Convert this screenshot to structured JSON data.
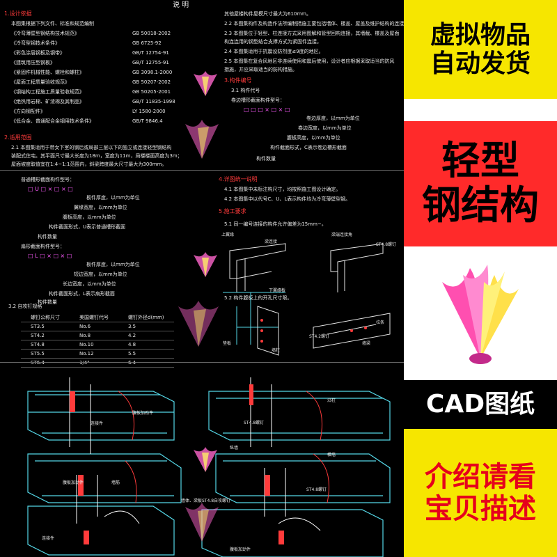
{
  "cad": {
    "title": "说        明",
    "s1_title": "1.设计依据",
    "s1_intro": "本图集根据下列文件、标准和规范编制",
    "standards": [
      {
        "name": "《冷弯薄壁型钢结构技术规范》",
        "code": "GB 50018-2002"
      },
      {
        "name": "《冷弯型钢技术条件》",
        "code": "GB 6725-92"
      },
      {
        "name": "《彩色涂层钢板及钢带》",
        "code": "GB/T 12754-91"
      },
      {
        "name": "《建筑用压型钢板》",
        "code": "GB/T 12755-91"
      },
      {
        "name": "《紧固件机械性能、螺栓和螺柱》",
        "code": "GB 3098.1-2000"
      },
      {
        "name": "《屋面工程质量验收规范》",
        "code": "GB 50207-2002"
      },
      {
        "name": "《钢结构工程施工质量验收规范》",
        "code": "GB 50205-2001"
      },
      {
        "name": "《绝热用岩棉、矿渣棉及其制品》",
        "code": "GB/T 11835-1998"
      },
      {
        "name": "《方向钢配件》",
        "code": "LY 1580-2000"
      },
      {
        "name": "《低合金、普通配合金钢用技术条件》",
        "code": "GB/T 9846.4"
      }
    ],
    "s2_title": "2.适用范围",
    "s2_lines": [
      "2.1  本图集适用于带女下室的钢后或局部三层以下的独立或连接轻型钢结构",
      "装配式住宅。其平面尺寸最大长度为18m，宽度为11m，局楼楼面高度为3m；",
      "屋面坡度取值宜在1:4~1:1范围内，斜梁跨度最大尺寸最大为300mm。"
    ],
    "right_lines": [
      "其他屋楼构件屋模尺寸最大为610mm。",
      "2.2  本图集构件及构造作法所编制措施主要包括墙体、楼盖、屋盖及维护结构的连接。",
      "2.3  本图集位于轻型、柱连接方式采用图解和管型回构连接，其墙截、楼盖及屋面",
      "构连连用的钢型结合支撑方式为紧固件连接。",
      "2.4  本图集适用于抗震设防烈度≤9度的地区。",
      "2.5  本图集在复合风地区非连续使用和震后使用，设计者应根据采取适当的防风",
      "措施，并应采取适当的防构措施。"
    ],
    "s3_title": "3.构件编号",
    "s3_1": "3.1  构件代号",
    "s3_sub": "卷边槽形截面构件型号：",
    "code1": "□ □ □ × □ × □",
    "code1_labels": [
      "卷边厚度，以mm为单位",
      "卷边宽度，以mm为单位",
      "腹板高度，以mm为单位",
      "构件截面形式，C表示卷边槽形截面",
      "构件数量"
    ],
    "left_code_title": "普通槽形截面构件型号：",
    "code2": "□ U □ × □ × □",
    "code2_labels": [
      "板件厚度，以mm为单位",
      "翼缘宽度，以mm为单位",
      "腹板高度，以mm为单位",
      "构件截面形式，U表示普通槽形截面",
      "构件数量"
    ],
    "left_code3_title": "扇形截面构件型号：",
    "code3": "□ L □ × □ × □",
    "code3_labels": [
      "板件厚度，以mm为单位",
      "短边宽度，以mm为单位",
      "长边宽度，以mm为单位",
      "构件截面形式，L表示扇形截面",
      "构件数量"
    ],
    "s4_title": "4.详图统一说明",
    "s4_lines": [
      "4.1  本图集中未标注构尺寸，均按照施工图设计确定。",
      "4.2  本图集中以代号C、U、L表示构件均为冷弯薄壁型钢。"
    ],
    "s5_title": "5.施工要求",
    "s5_1": "5.1  同一编号连接的构件允许偏差为15mm~。",
    "s5_2": "5.2  构件腹板上的开孔尺寸限。",
    "s3_2": "3.2  自攻钉规格",
    "table_headers": [
      "螺钉公称尺寸",
      "美国螺钉代号",
      "螺钉外径d(mm)"
    ],
    "table_rows": [
      [
        "ST3.5",
        "No.6",
        "3.5"
      ],
      [
        "ST4.2",
        "No.8",
        "4.2"
      ],
      [
        "ST4.8",
        "No.10",
        "4.8"
      ],
      [
        "ST5.5",
        "No.12",
        "5.5"
      ],
      [
        "ST6.4",
        "1/4\"",
        "6.4"
      ]
    ],
    "detail_labels": [
      "上翼缘",
      "梁连接",
      "下翼缘板",
      "梁端连接角",
      "ST4.8螺钉",
      "ST4.2螺钉",
      "拉条",
      "墙梁",
      "垫板",
      "墙柱",
      "连接件",
      "腹板加劲件",
      "沿柱",
      "ST4.8螺钉",
      "腹板加劲件",
      "墙筋",
      "纵墙",
      "ST4.8螺钉",
      "横墙",
      "连接件",
      "墙体、梁板ST4.8自攻螺钉",
      "腹板加劲件"
    ]
  },
  "panel": {
    "line1": "虚拟物品",
    "line2": "自动发货",
    "line3": "轻型",
    "line4": "钢结构",
    "line5": "CAD图纸",
    "line6": "介绍请看",
    "line7": "宝贝描述"
  },
  "colors": {
    "yellow": "#f6e600",
    "red_block": "#ff2a2a",
    "red_text": "#e6001c",
    "black": "#000000",
    "white": "#ffffff"
  }
}
